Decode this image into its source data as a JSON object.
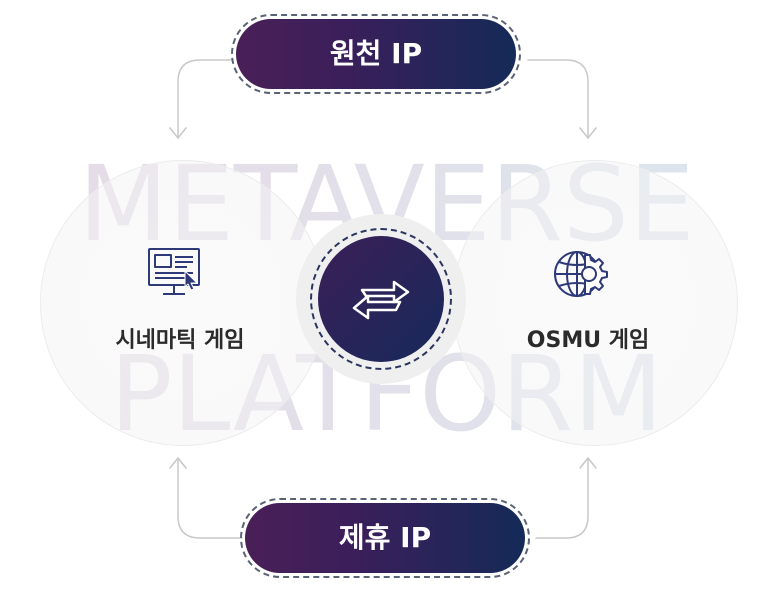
{
  "watermark": {
    "line1": "METAVERSE",
    "line2": "PLATFORM"
  },
  "nodes": {
    "top": {
      "label": "원천 IP"
    },
    "bottom": {
      "label": "제휴 IP"
    },
    "left": {
      "label": "시네마틱 게임",
      "icon": "computer-monitor-icon"
    },
    "right": {
      "label": "OSMU 게임",
      "icon": "globe-gear-icon"
    },
    "center": {
      "icon": "exchange-arrows-icon"
    }
  },
  "colors": {
    "pill_gradient_start": "#4a1f57",
    "pill_gradient_end": "#142a58",
    "icon_color": "#2e3a78",
    "connector_color": "#c8c8c8"
  }
}
